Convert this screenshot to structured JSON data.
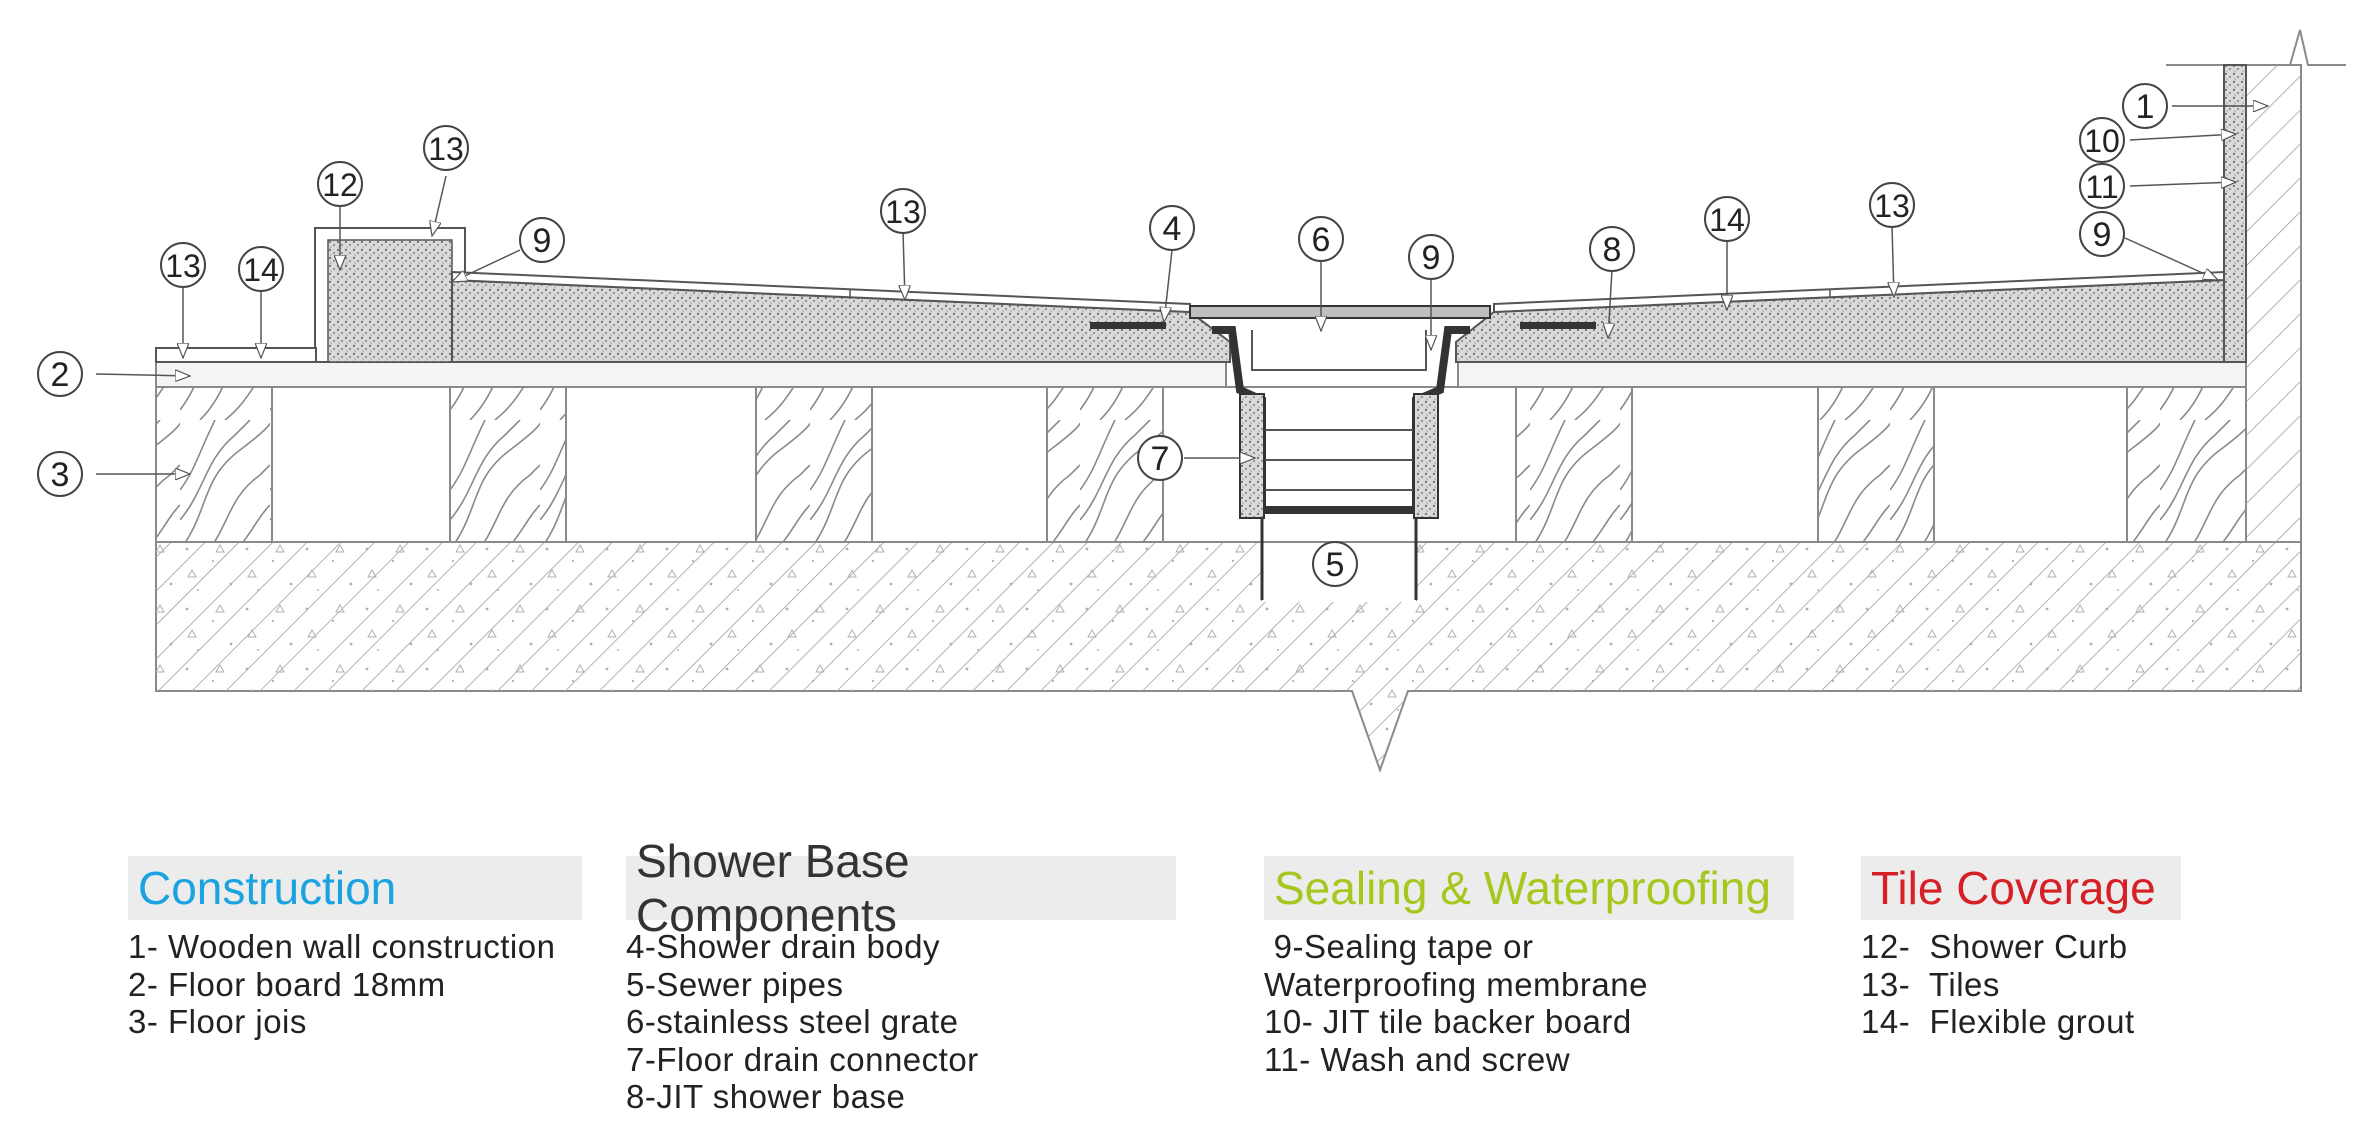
{
  "diagram": {
    "callouts": [
      "1",
      "2",
      "3",
      "4",
      "5",
      "6",
      "7",
      "8",
      "9",
      "10",
      "11",
      "12",
      "13",
      "14"
    ]
  },
  "legends": [
    {
      "id": "construction",
      "title": "Construction",
      "color": "#1aa3e0",
      "items": [
        "1- Wooden wall construction",
        "2- Floor board 18mm",
        "3- Floor jois"
      ]
    },
    {
      "id": "components",
      "title": "Shower Base Components",
      "color": "#333333",
      "items": [
        "4-Shower drain body",
        "5-Sewer pipes",
        "6-stainless steel grate",
        "7-Floor drain connector",
        "8-JIT shower base"
      ]
    },
    {
      "id": "sealing",
      "title": "Sealing & Waterproofing",
      "color": "#a6c81e",
      "items": [
        " 9-Sealing tape or",
        "Waterproofing membrane",
        "10- JIT tile backer board",
        "11- Wash and screw"
      ]
    },
    {
      "id": "tile",
      "title": "Tile Coverage",
      "color": "#d71f26",
      "items": [
        "12-  Shower Curb",
        "13-  Tiles",
        "14-  Flexible grout"
      ]
    }
  ]
}
